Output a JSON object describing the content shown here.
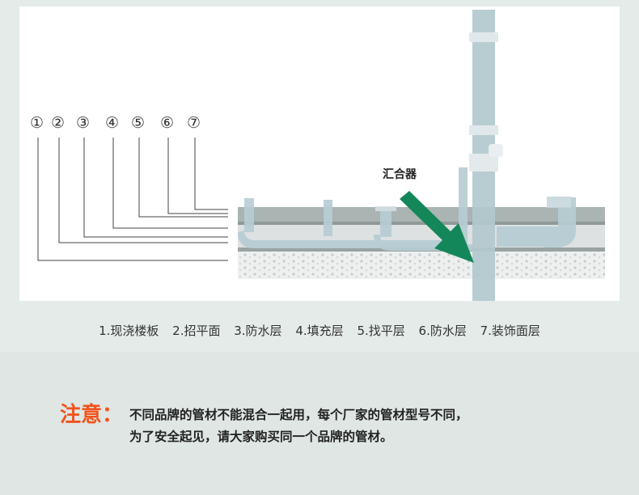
{
  "circled_numbers": [
    "①",
    "②",
    "③",
    "④",
    "⑤",
    "⑥",
    "⑦"
  ],
  "arrow_label": "汇合器",
  "legend": [
    "1.现浇楼板",
    "2.招平面",
    "3.防水层",
    "4.填充层",
    "5.找平层",
    "6.防水层",
    "7.装饰面层"
  ],
  "note": {
    "label": "注意：",
    "line1": "不同品牌的管材不能混合一起用，每个厂家的管材型号不同，",
    "line2": "为了安全起见，请大家购买同一个品牌的管材。"
  },
  "colors": {
    "arrow": "#14875a",
    "note_label": "#f2531b",
    "pipe": "#b7cdd3"
  }
}
